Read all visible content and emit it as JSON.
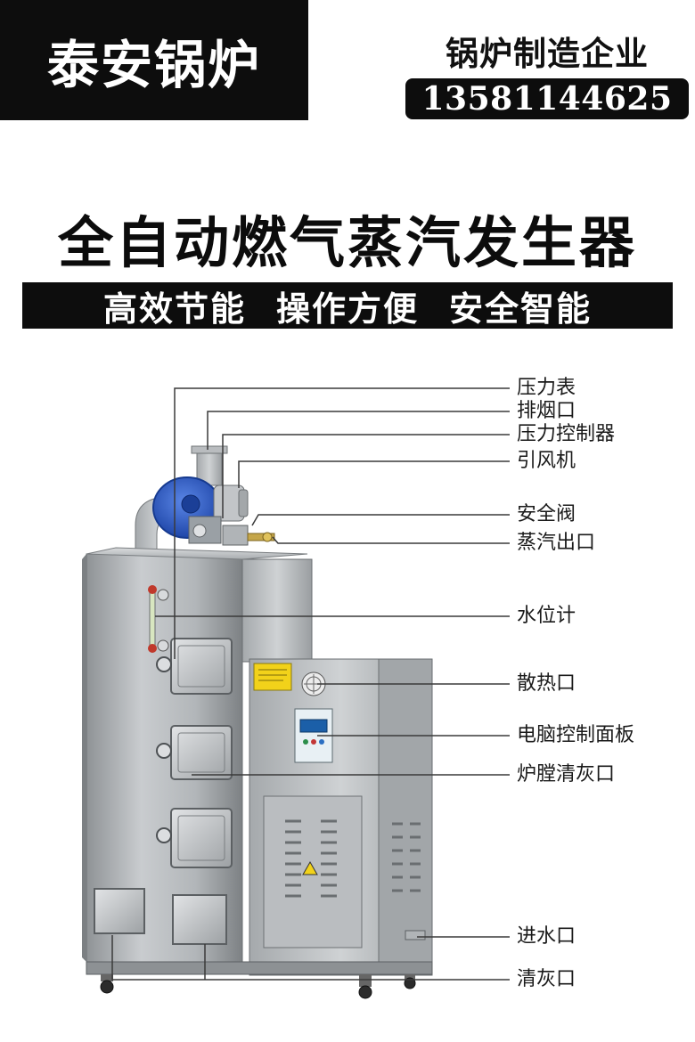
{
  "header": {
    "brand": "泰安锅炉",
    "slogan": "锅炉制造企业",
    "phone": "13581144625"
  },
  "title": "全自动燃气蒸汽发生器",
  "features": [
    "高效节能",
    "操作方便",
    "安全智能"
  ],
  "parts": [
    "压力表",
    "排烟口",
    "压力控制器",
    "引风机",
    "安全阀",
    "蒸汽出口",
    "水位计",
    "散热口",
    "电脑控制面板",
    "炉膛清灰口",
    "进水口",
    "清灰口"
  ],
  "colors": {
    "banner": "#0d0d0d",
    "fan": "#2a57c4",
    "stainless": "#b9bcbf",
    "warning": "#f2d21a"
  }
}
